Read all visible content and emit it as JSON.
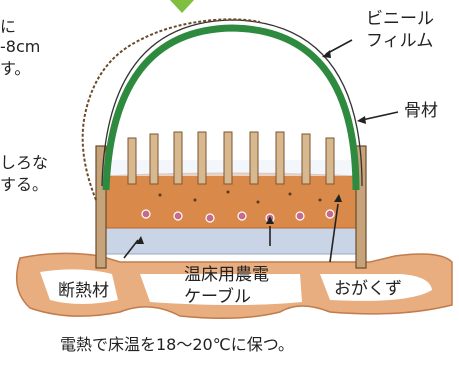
{
  "left_fragments": {
    "line1": "に",
    "line2": "-8cm",
    "line3": "す。",
    "line4": "しろな",
    "line5": "する。"
  },
  "labels": {
    "vinyl_film_line1": "ビニール",
    "vinyl_film_line2": "フィルム",
    "frame": "骨材",
    "insulation": "断熱材",
    "heating_cable_line1": "温床用農電",
    "heating_cable_line2": "ケーブル",
    "sawdust": "おがくず"
  },
  "caption": "電熱で床温を18～20℃に保つ。",
  "colors": {
    "film": "#2e8a3e",
    "soil": "#d98a4a",
    "soil_dark": "#b8652c",
    "ground": "#e4a06a",
    "insulation": "#c9d4e6",
    "stake": "#c7a37b",
    "seed": "#c86a8c",
    "outline": "#333333",
    "arrow_top": "#7fbf3f"
  }
}
